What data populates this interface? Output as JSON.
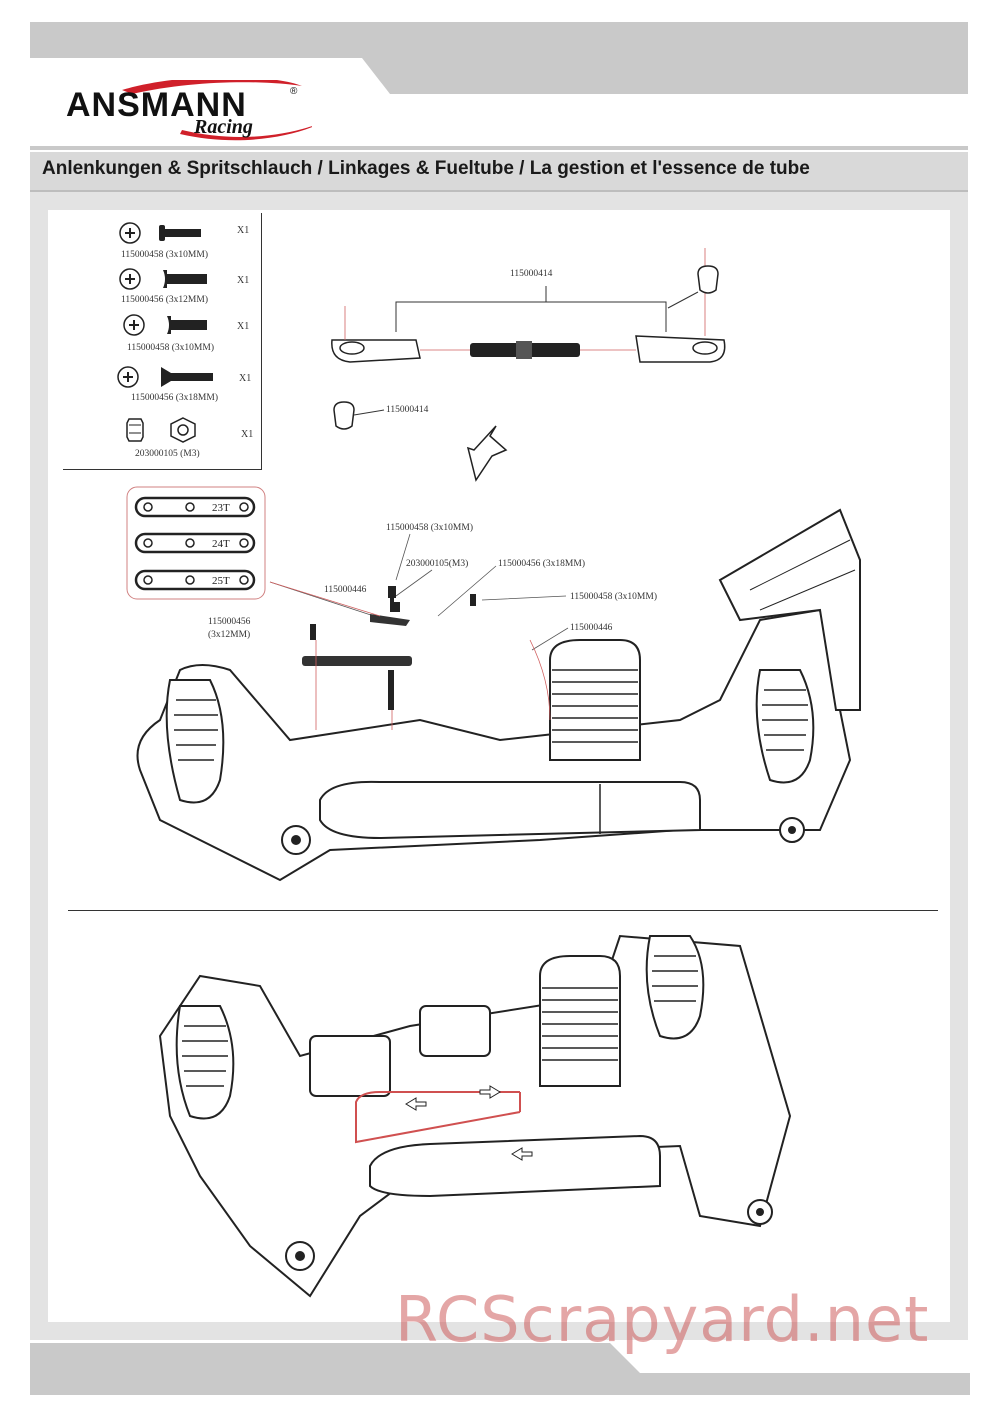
{
  "brand": {
    "name": "ANSMANN",
    "sub": "Racing",
    "reg": "®"
  },
  "page_title": "Anlenkungen & Spritschlauch / Linkages & Fueltube /  La gestion et l'essence de tube",
  "parts_list": [
    {
      "part": "115000458 (3x10MM)",
      "qty": "X1",
      "icon": "button-head-screw-icon"
    },
    {
      "part": "115000456 (3x12MM)",
      "qty": "X1",
      "icon": "flange-screw-icon"
    },
    {
      "part": "115000458 (3x10MM)",
      "qty": "X1",
      "icon": "flange-screw-icon"
    },
    {
      "part": "115000456 (3x18MM)",
      "qty": "X1",
      "icon": "countersunk-screw-icon"
    },
    {
      "part": "203000105 (M3)",
      "qty": "X1",
      "icon": "lock-nut-icon"
    }
  ],
  "linkage": {
    "top_label": "115000414",
    "ball_label": "115000414"
  },
  "servo_saver": {
    "labels": [
      "23T",
      "24T",
      "25T"
    ]
  },
  "callouts": {
    "screw_top": "115000458 (3x10MM)",
    "nut": "203000105(M3)",
    "long_screw": "115000456 (3x18MM)",
    "arm": "115000446",
    "screw_right": "115000458 (3x10MM)",
    "arm_right": "115000446",
    "screw_left_1": "115000456",
    "screw_left_2": "(3x12MM)"
  },
  "watermark": "RCScrapyard.net"
}
